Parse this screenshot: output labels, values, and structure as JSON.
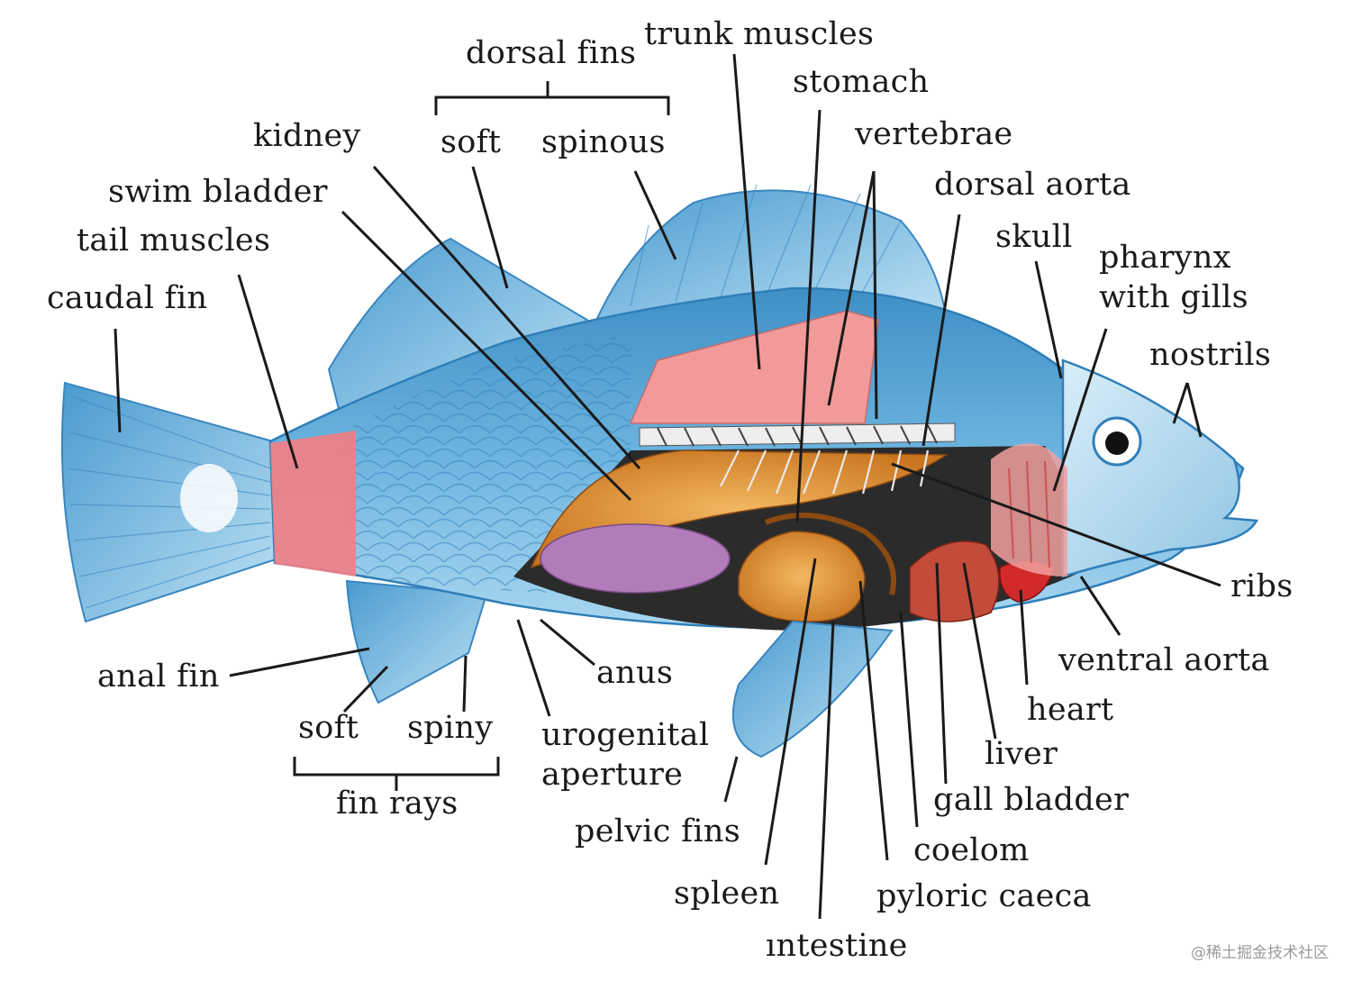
{
  "labels": {
    "trunk_muscles": "trunk muscles",
    "dorsal_fins": "dorsal fins",
    "stomach": "stomach",
    "kidney": "kidney",
    "soft_dorsal": "soft",
    "spinous": "spinous",
    "vertebrae": "vertebrae",
    "swim_bladder": "swim bladder",
    "dorsal_aorta": "dorsal aorta",
    "tail_muscles": "tail muscles",
    "skull": "skull",
    "pharynx_line1": "pharynx",
    "pharynx_line2": "with gills",
    "caudal_fin": "caudal fin",
    "nostrils": "nostrils",
    "ribs": "ribs",
    "ventral_aorta": "ventral aorta",
    "anal_fin": "anal fin",
    "anus": "anus",
    "heart": "heart",
    "soft_ray": "soft",
    "spiny_ray": "spiny",
    "urogenital_line1": "urogenital",
    "urogenital_line2": "aperture",
    "liver": "liver",
    "fin_rays": "fin rays",
    "gall_bladder": "gall bladder",
    "pelvic_fins": "pelvic fins",
    "coelom": "coelom",
    "spleen": "spleen",
    "pyloric_caeca": "pyloric caeca",
    "intestine": "ıntestine"
  },
  "watermark": "@稀土掘金技术社区",
  "colors": {
    "body_blue": "#5aa9d8",
    "fin_blue": "#8cc8e8",
    "muscle_pink": "#f08a8a",
    "organ_orange": "#d9822b",
    "spleen_purple": "#b07ab8",
    "liver_red": "#c0392b",
    "line_black": "#1a1a1a"
  }
}
